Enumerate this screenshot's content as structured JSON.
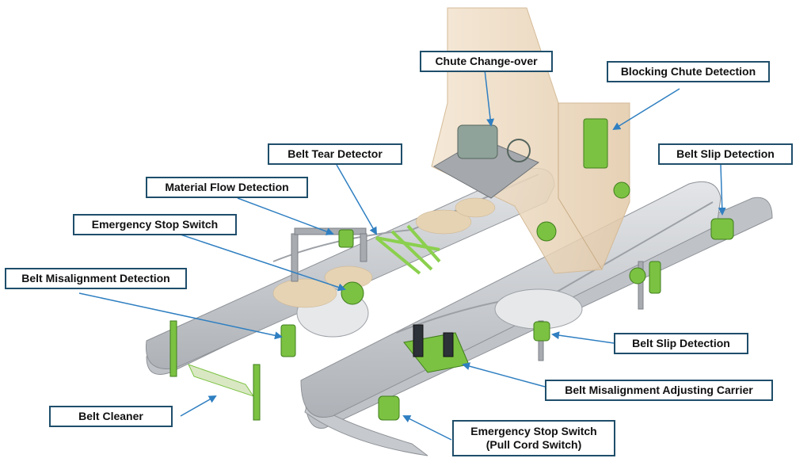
{
  "colors": {
    "belt": "#c9ccd0",
    "belt_shadow": "#8e9297",
    "chute": "#ecd9c0",
    "device_green": "#7cc242",
    "device_dark": "#3f7d1c",
    "arrow": "#2f7fc1",
    "label_border": "#1f4e6b",
    "material": "#e6d3b3"
  },
  "labels": {
    "chute_changeover": "Chute Change-over",
    "blocking_chute": "Blocking Chute Detection",
    "belt_tear": "Belt Tear Detector",
    "belt_slip_top": "Belt Slip Detection",
    "material_flow": "Material Flow Detection",
    "emergency_stop": "Emergency Stop Switch",
    "belt_misalignment": "Belt Misalignment Detection",
    "belt_slip_right": "Belt Slip Detection",
    "misalignment_carrier": "Belt Misalignment Adjusting Carrier",
    "belt_cleaner": "Belt Cleaner",
    "pull_cord_line1": "Emergency Stop Switch",
    "pull_cord_line2": "(Pull Cord Switch)"
  }
}
